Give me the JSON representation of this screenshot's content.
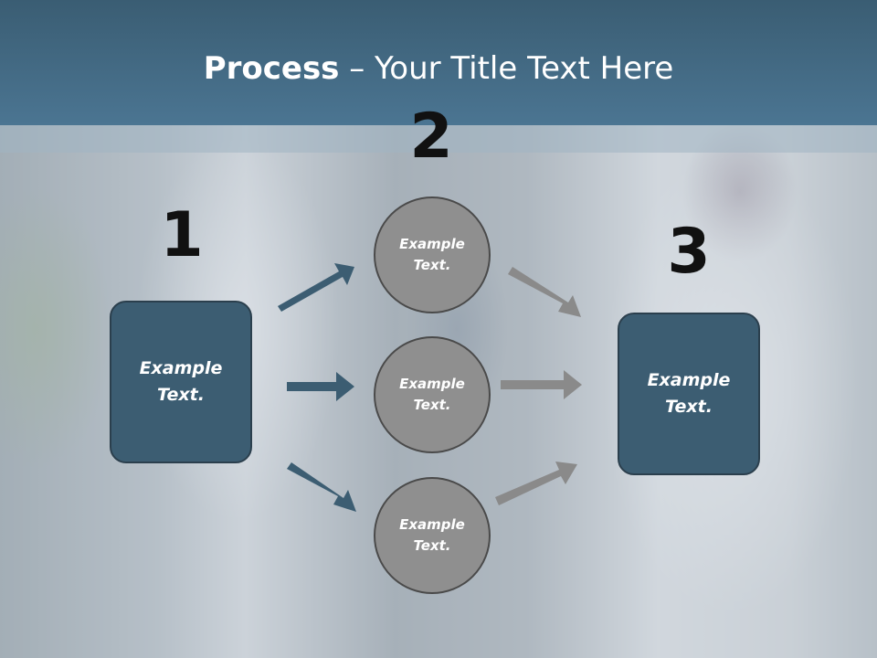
{
  "slide": {
    "title_bold": "Process",
    "title_rest": " – Your Title Text Here"
  },
  "steps": [
    {
      "number": "1",
      "text": "Example\nText."
    },
    {
      "number": "2",
      "items": [
        "Example\nText.",
        "Example\nText.",
        "Example\nText."
      ]
    },
    {
      "number": "3",
      "text": "Example\nText."
    }
  ],
  "colors": {
    "title_bar": "#4b7592",
    "box_fill": "#3c5d72",
    "circle_fill": "#8f8f8f",
    "arrow_left": "#3c5d72",
    "arrow_right": "#8a8a8a"
  }
}
